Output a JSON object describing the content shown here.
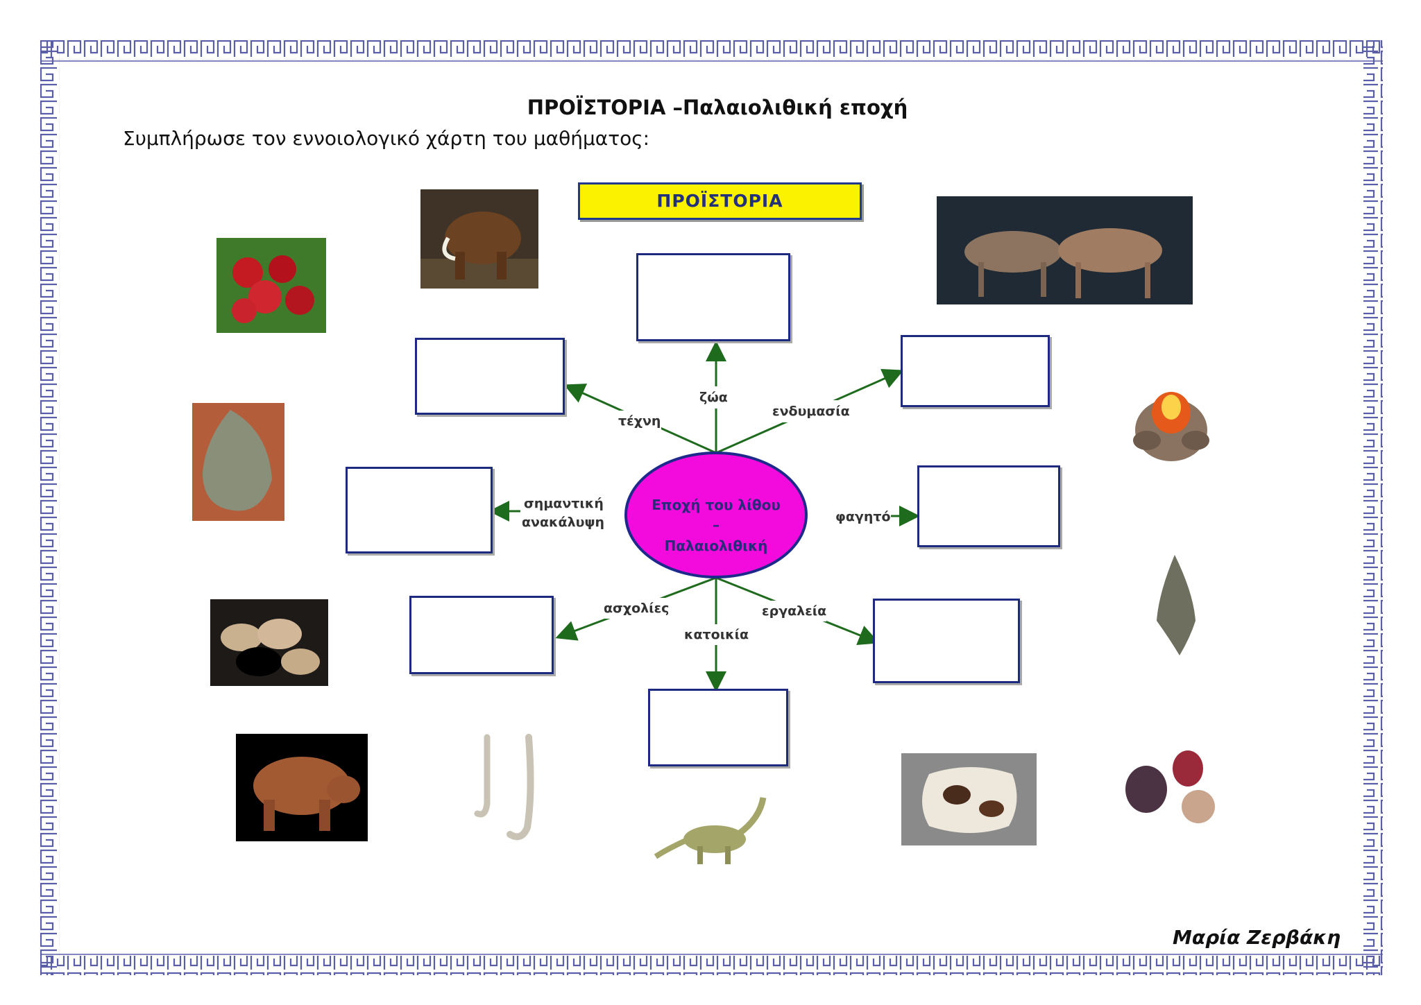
{
  "page": {
    "title": "ΠΡΟΪΣΤΟΡΙΑ –Παλαιολιθική εποχή",
    "subtitle": "Συμπλήρωσε τον εννοιολογικό χάρτη του μαθήματος:",
    "author": "Μαρία Ζερβάκη"
  },
  "map": {
    "header": "ΠΡΟΪΣΤΟΡΙΑ",
    "center_line1": "Εποχή του λίθου",
    "center_line2": "–",
    "center_line3": "Παλαιολιθική",
    "branches": {
      "zoa": "ζώα",
      "techni": "τέχνη",
      "endymasia": "ενδυμασία",
      "simantiki_1": "σημαντική",
      "simantiki_2": "ανακάλυψη",
      "fagito": "φαγητό",
      "ascholies": "ασχολίες",
      "ergaleia": "εργαλεία",
      "katoikia": "κατοικία"
    }
  },
  "images": [
    "apples-photo",
    "mammoth-photo",
    "wolves-photo",
    "hand-axe-photo",
    "campfire-photo",
    "almonds-photo",
    "arrowhead-photo",
    "cave-bear-photo",
    "bone-hooks-photo",
    "dinosaur-figure",
    "animal-hide-photo",
    "onions-photo"
  ],
  "colors": {
    "header_fill": "#fbf200",
    "ellipse_fill": "#f20bdc",
    "box_border": "#1d2a7f",
    "arrow": "#1e6b1e",
    "greek_key": "#5a5ea8"
  }
}
